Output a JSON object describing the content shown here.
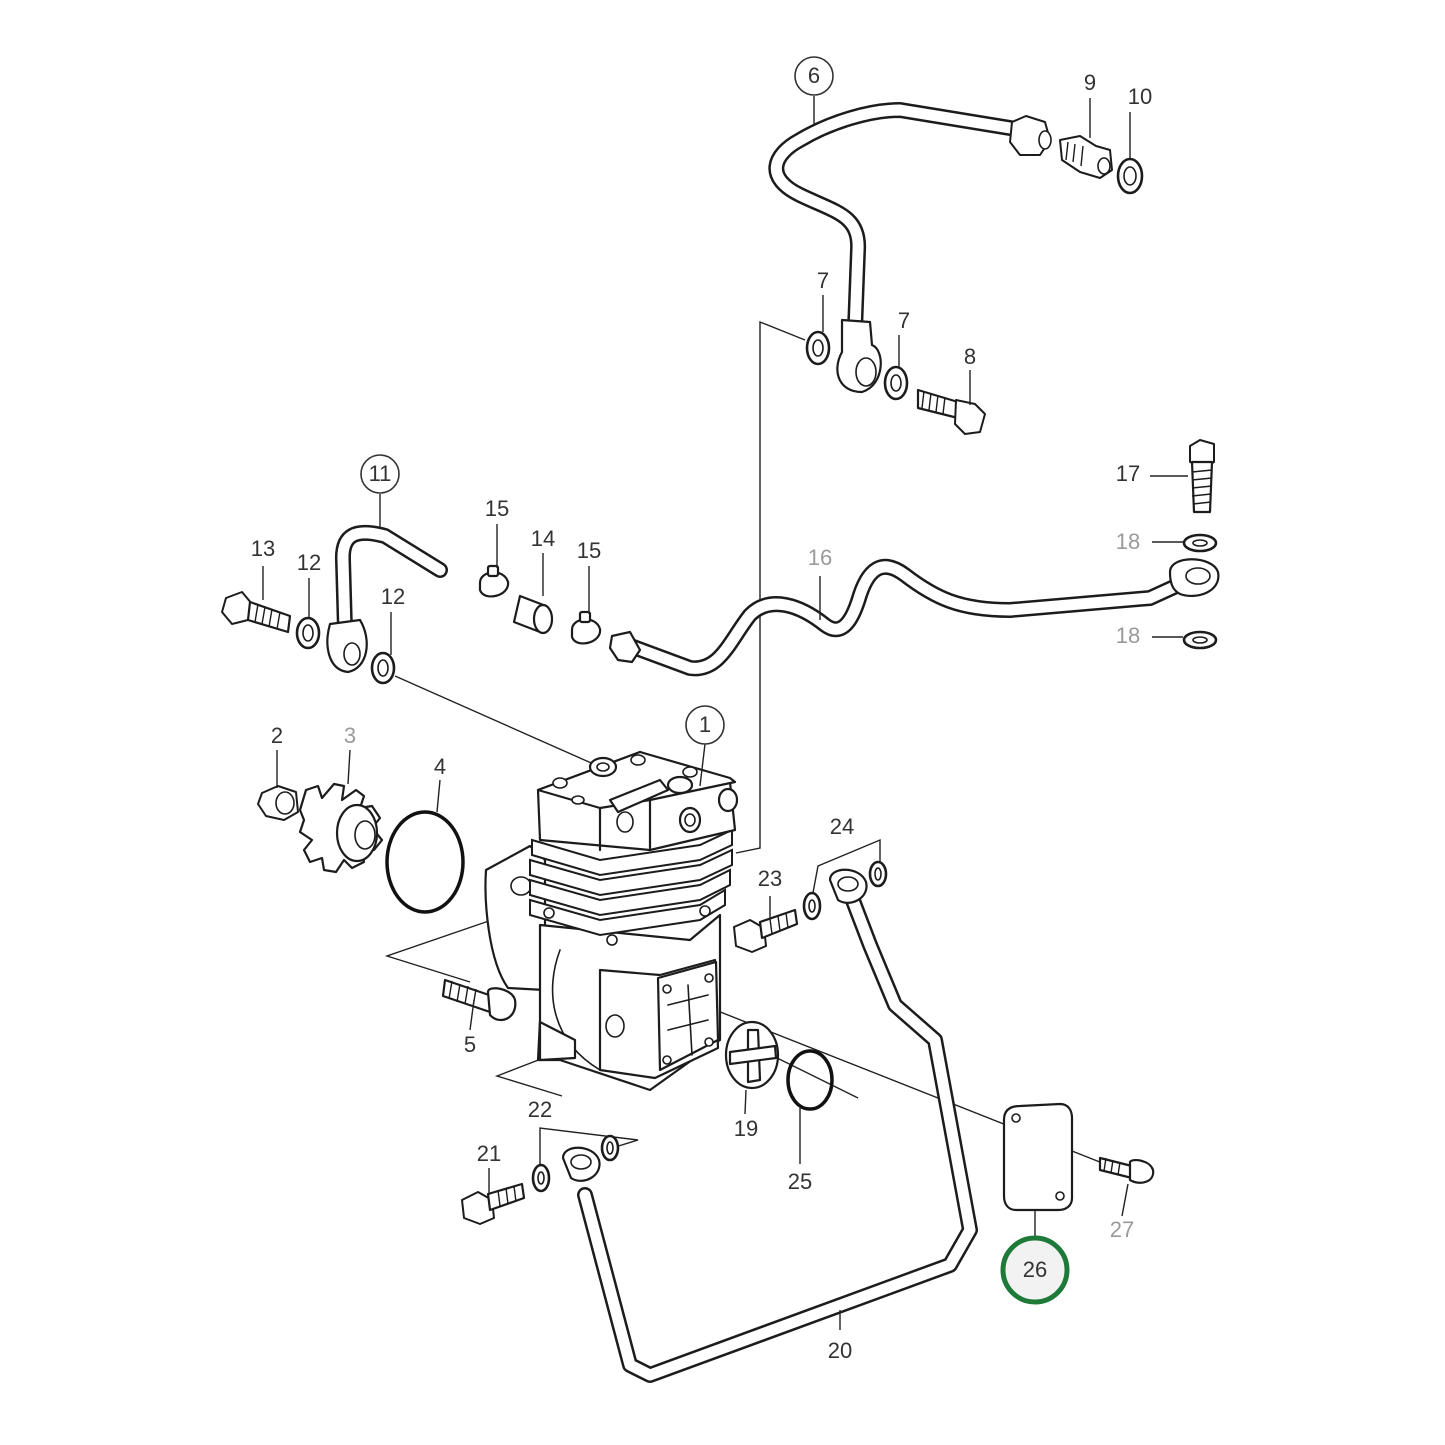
{
  "colors": {
    "line": "#1c1c1c",
    "label": "#333333",
    "label_light": "#9a9a9a",
    "highlight": "#1f7a3a"
  },
  "callouts": {
    "c1": "1",
    "c2": "2",
    "c3": "3",
    "c4": "4",
    "c5": "5",
    "c6": "6",
    "c7a": "7",
    "c7b": "7",
    "c8": "8",
    "c9": "9",
    "c10": "10",
    "c11": "11",
    "c12a": "12",
    "c12b": "12",
    "c13": "13",
    "c14": "14",
    "c15a": "15",
    "c15b": "15",
    "c16": "16",
    "c17": "17",
    "c18a": "18",
    "c18b": "18",
    "c19": "19",
    "c20": "20",
    "c21": "21",
    "c22": "22",
    "c23": "23",
    "c24": "24",
    "c25": "25",
    "c26": "26",
    "c27": "27"
  },
  "highlighted_callout": "26"
}
